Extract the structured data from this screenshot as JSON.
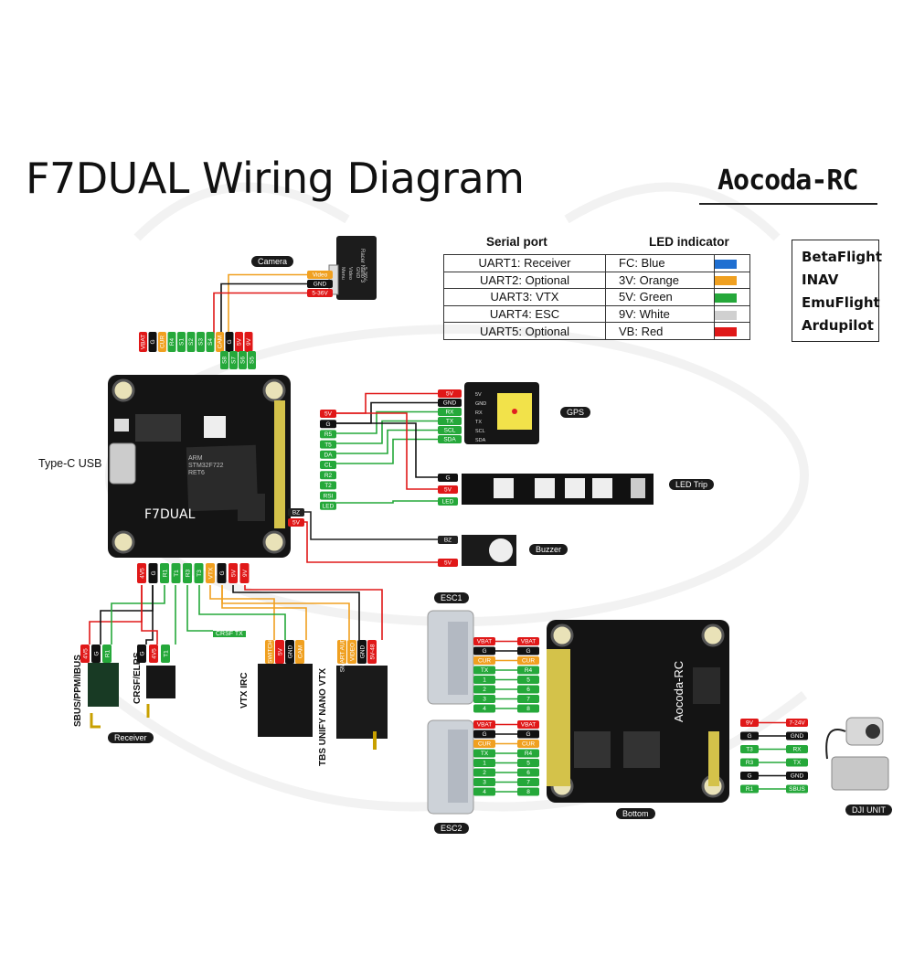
{
  "title": "F7DUAL Wiring Diagram",
  "brand": "Aocoda-RC",
  "table": {
    "serial_header": "Serial port",
    "led_header": "LED indicator",
    "rows": [
      {
        "port": "UART1:  Receiver",
        "led": "FC:  Blue",
        "color": "#1f6fd1"
      },
      {
        "port": "UART2:  Optional",
        "led": "3V:  Orange",
        "color": "#f0a020"
      },
      {
        "port": "UART3:  VTX",
        "led": "5V:  Green",
        "color": "#25a83a"
      },
      {
        "port": "UART4:  ESC",
        "led": "9V:  White",
        "color": "#d0d0d0"
      },
      {
        "port": "UART5:  Optional",
        "led": "VB:  Red",
        "color": "#e01818"
      }
    ]
  },
  "firmware": [
    "BetaFlight",
    "INAV",
    "EmuFlight",
    "Ardupilot"
  ],
  "labels": {
    "camera": "Camera",
    "gps": "GPS",
    "led_trip": "LED Trip",
    "buzzer": "Buzzer",
    "type_c": "Type-C USB",
    "esc1": "ESC1",
    "esc2": "ESC2",
    "bottom": "Bottom",
    "dji_unit": "DJI UNIT",
    "receiver": "Receiver",
    "fc_name": "F7DUAL",
    "crsf_tx": "CRSF TX",
    "sbus": "SBUS/PPM/IBUS",
    "crsf_elrs": "CRSF/ELRS",
    "vtx_irc": "VTX IRC",
    "tbs": "TBS UNIFY NANO VTX",
    "bottom_board": "Aocoda-RC"
  },
  "camera_pins": [
    "Video",
    "GND",
    "5-36V"
  ],
  "camera_device": [
    "Menu",
    "Video",
    "GND",
    "5-36V"
  ],
  "gps_pins": [
    "5V",
    "GND",
    "RX",
    "TX",
    "SCL",
    "SDA"
  ],
  "fc_right_pins": [
    "5V",
    "G",
    "R5",
    "T5",
    "DA",
    "CL",
    "R2",
    "T2",
    "RSI",
    "LED"
  ],
  "led_pins": [
    "G",
    "5V",
    "LED"
  ],
  "buzzer_pins": [
    "BZ",
    "5V"
  ],
  "fc_top_pins": [
    "VBAT",
    "G",
    "CUR",
    "R4",
    "S1",
    "S2",
    "S3",
    "S4",
    "CAM",
    "G",
    "5V",
    "9V"
  ],
  "fc_top_row2": [
    "S8",
    "S7",
    "S6",
    "S5"
  ],
  "fc_bottom_pins": [
    "4V5",
    "G",
    "R1",
    "T1",
    "R3",
    "T3",
    "VTX",
    "G",
    "5V",
    "9V"
  ],
  "fc_bz_pins": [
    "BZ",
    "5V"
  ],
  "rx_pins_1": [
    "4V5",
    "G",
    "R1"
  ],
  "rx_pins_2": [
    "G",
    "4V5",
    "T1"
  ],
  "vtx_pins_1": [
    "SWITCH",
    "5V",
    "GND",
    "CAM"
  ],
  "vtx_pins_2": [
    "SMART AUDIO",
    "VIDEO",
    "GND",
    "5V-48"
  ],
  "esc_left": [
    "VBAT",
    "G",
    "CUR",
    "TX",
    "1",
    "2",
    "3",
    "4"
  ],
  "esc_right": [
    "VBAT",
    "G",
    "CUR",
    "R4",
    "5",
    "6",
    "7",
    "8"
  ],
  "dji_left": [
    "9V",
    "G",
    "T3",
    "R3",
    "G",
    "R1"
  ],
  "dji_right": [
    "7-24V",
    "GND",
    "RX",
    "TX",
    "GND",
    "SBUS"
  ],
  "chip_text": [
    "ARM",
    "STM32F722",
    "RET6"
  ]
}
